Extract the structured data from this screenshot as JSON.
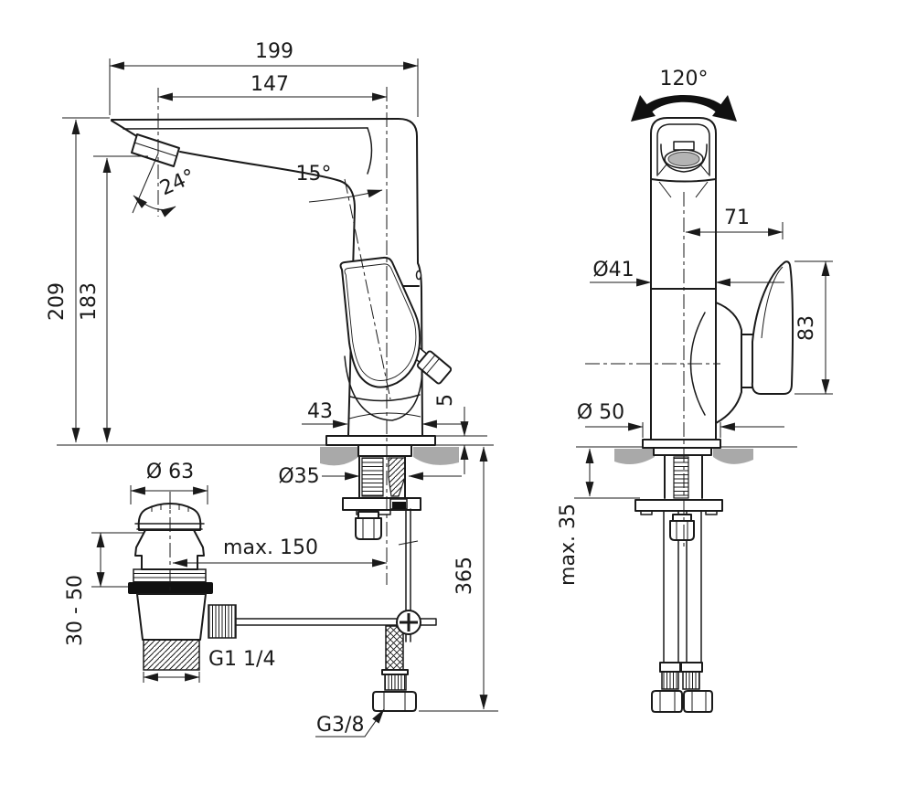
{
  "meta": {
    "description": "Technical dimension drawing of a single-lever basin mixer tap with pop-up waste set, front view and side view"
  },
  "colors": {
    "line": "#1a1a1a",
    "counter": "#a9a9a9",
    "aerator_gray": "#b4b4b4"
  },
  "front": {
    "dims": {
      "total_length": "199",
      "spout_reach": "147",
      "aerator_angle": "24°",
      "body_tilt_angle": "15°",
      "total_height": "209",
      "outlet_height": "183",
      "base_width": "43",
      "base_plate_height": "5",
      "waste_cap_diameter": "Ø 63",
      "shank_diameter": "Ø35",
      "rod_distance": "max. 150",
      "waste_clamp_range": "30 - 50",
      "waste_thread": "G1 1/4",
      "hose_thread": "G3/8",
      "hose_length": "365"
    }
  },
  "side": {
    "dims": {
      "swivel_angle": "120°",
      "handle_offset": "71",
      "body_diameter": "Ø41",
      "handle_height": "83",
      "base_diameter": "Ø 50",
      "max_counter_thickness": "max. 35"
    }
  }
}
